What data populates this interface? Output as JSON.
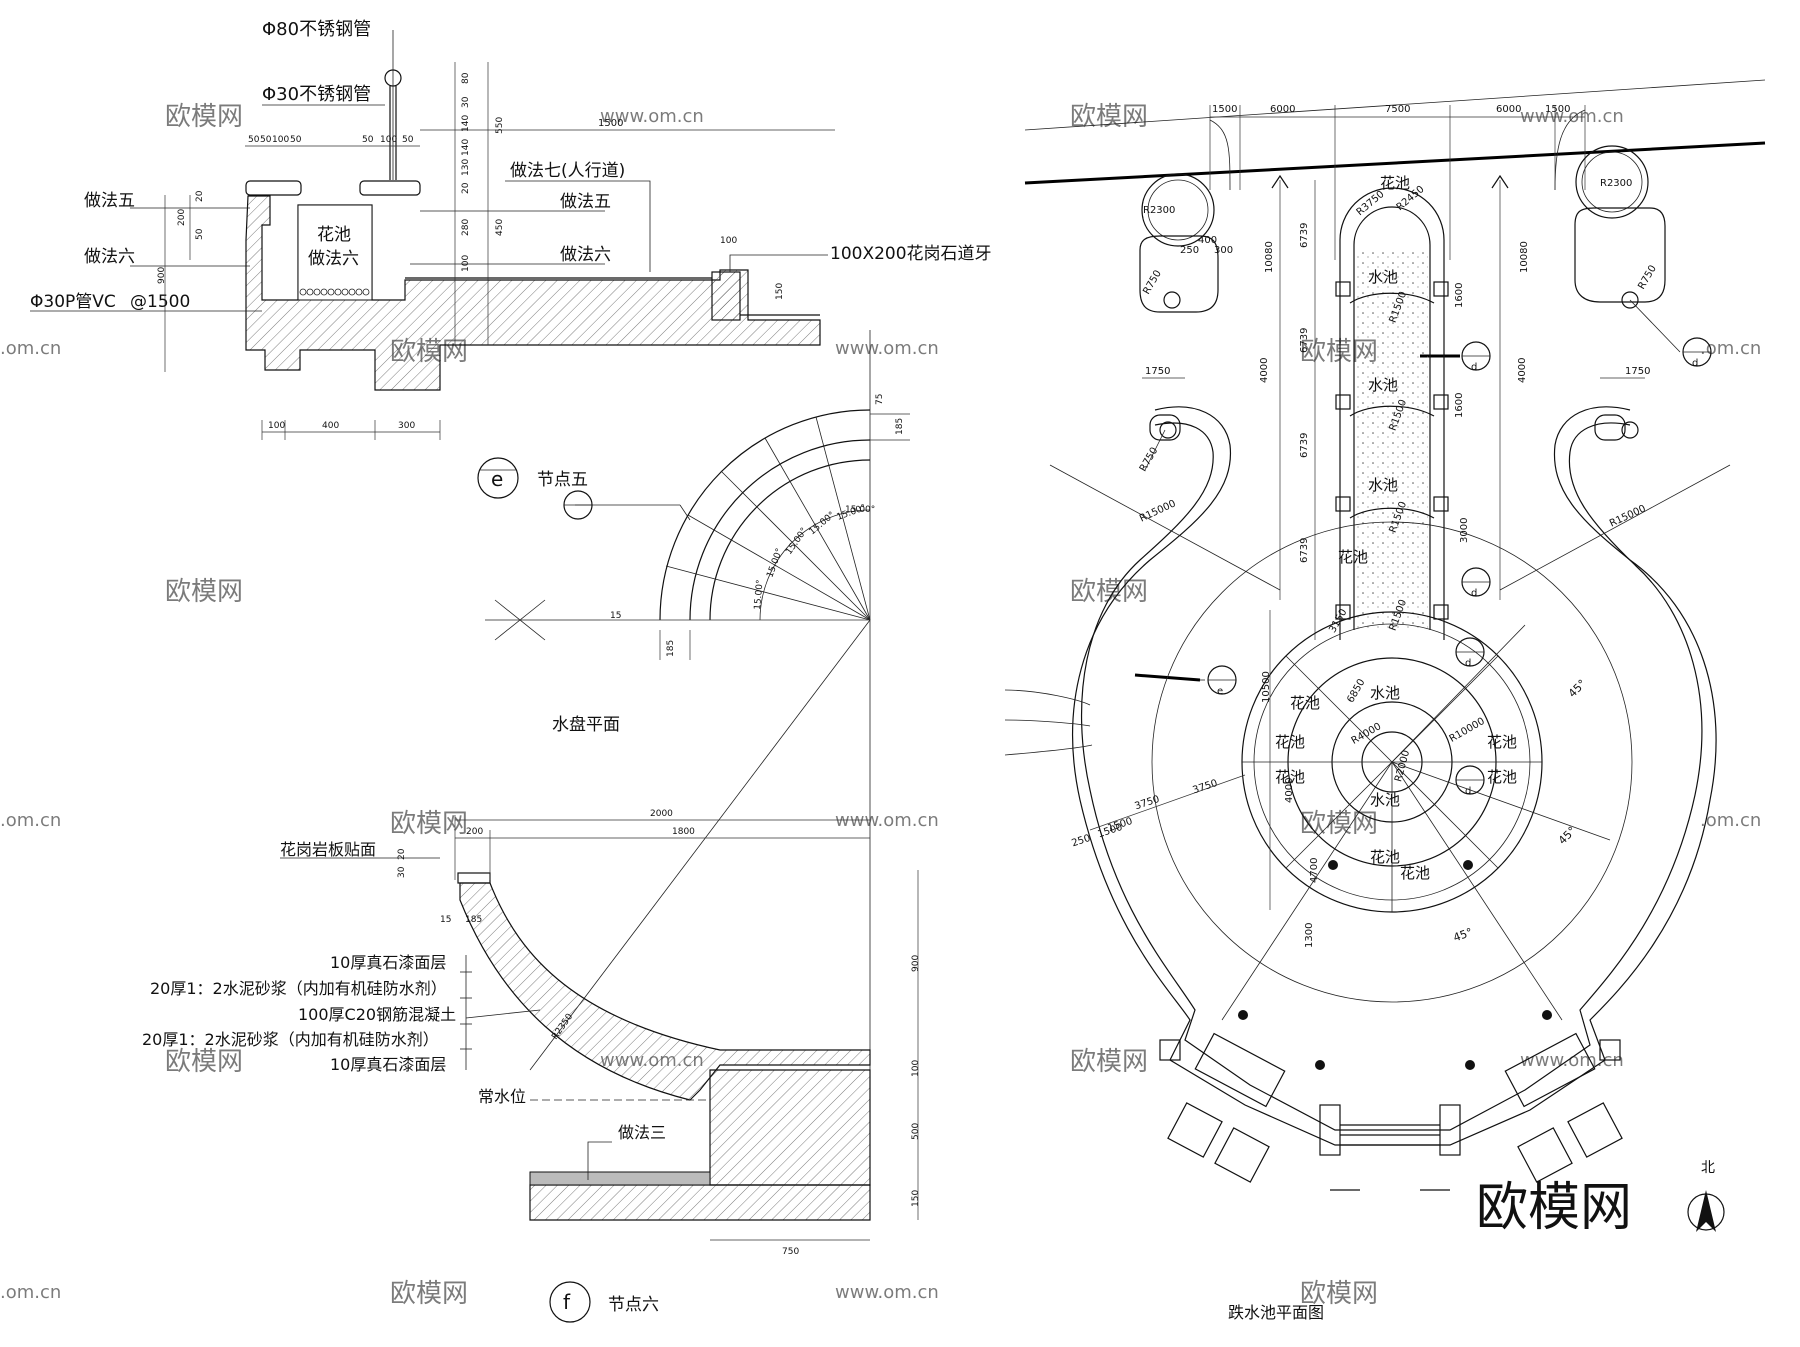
{
  "left_section_top": {
    "callouts": {
      "pipe80": "Φ80不锈钢管",
      "pipe30": "Φ30不锈钢管",
      "method5_left": "做法五",
      "method6_left": "做法六",
      "pvc": "Φ30P管VC",
      "pvc_spacing": "@1500",
      "flower_bed": "花池",
      "method6_inner": "做法六",
      "method7": "做法七(人行道)",
      "method5_right": "做法五",
      "method6_right": "做法六",
      "curb": "100X200花岗石道牙"
    },
    "dims_top": [
      "50",
      "50",
      "100",
      "50",
      "50",
      "100",
      "50"
    ],
    "dims_right": [
      "80",
      "30",
      "140",
      "140",
      "130",
      "20",
      "280",
      "100",
      "550",
      "450"
    ],
    "dims_left": [
      "20",
      "200",
      "50",
      "900"
    ],
    "dims_bottom": [
      "100",
      "400",
      "300"
    ],
    "dim_width": "1500",
    "dim_curb": [
      "100",
      "150"
    ]
  },
  "node_e": {
    "circle_letter": "e",
    "title": "节点五"
  },
  "water_plate": {
    "title": "水盘平面",
    "angles": [
      "15.00°",
      "15.00°",
      "15.00°",
      "15.00°",
      "15.00°",
      "15.00°"
    ],
    "dims": [
      "75",
      "185",
      "185",
      "15"
    ]
  },
  "section_f": {
    "granite": "花岗岩板贴面",
    "layers": [
      "10厚真石漆面层",
      "20厚1：2水泥砂浆（内加有机硅防水剂）",
      "100厚C20钢筋混凝土",
      "20厚1：2水泥砂浆（内加有机硅防水剂）",
      "10厚真石漆面层"
    ],
    "normal_water": "常水位",
    "method3": "做法三",
    "radius": "R2350",
    "dims_top": [
      "2000",
      "200",
      "1800"
    ],
    "dims_left": [
      "30",
      "20",
      "15",
      "185"
    ],
    "dims_right": [
      "900",
      "100",
      "500",
      "150"
    ],
    "dim_bottom": "750",
    "circle_letter": "f",
    "title": "节点六"
  },
  "plan": {
    "title": "跌水池平面图",
    "dims_top": [
      "1500",
      "6000",
      "7500",
      "6000",
      "1500"
    ],
    "vert_dims_left": [
      "10080",
      "4000"
    ],
    "vert_dims_right": [
      "10080",
      "4000"
    ],
    "dim_1750_left": "1750",
    "dim_1750_right": "1750",
    "radii": [
      "R2300",
      "R2300",
      "R750",
      "R750",
      "R750",
      "R15000",
      "R15000",
      "R3750",
      "R2450",
      "R1500",
      "R1500",
      "R1500",
      "R1500",
      "R10000",
      "R4000",
      "R2000"
    ],
    "small_dims": [
      "250",
      "400",
      "300",
      "1600",
      "1600",
      "3000"
    ],
    "channel_dims": [
      "6739",
      "6739",
      "6739",
      "6739"
    ],
    "inner_dims": [
      "3150",
      "6850",
      "10500",
      "4000",
      "4700",
      "1300"
    ],
    "bottom_left_dims": [
      "3750",
      "3750",
      "1500",
      "250",
      "1500"
    ],
    "angles": [
      "45°",
      "45°",
      "45°"
    ],
    "labels": {
      "flower_top": "花池",
      "water1": "水池",
      "water2": "水池",
      "water3": "水池",
      "flower_mid": "花池",
      "flower_left": "花池",
      "water_center": "水池",
      "flower_l1": "花池",
      "flower_l2": "花池",
      "flower_r1": "花池",
      "flower_r2": "花池",
      "water_low": "水池",
      "flower_low": "花池",
      "flower_bottom": "花池"
    },
    "north": "北",
    "detail_marks": [
      "d",
      "d",
      "d",
      "d",
      "d",
      "e",
      "f"
    ]
  },
  "watermark": {
    "text": "欧模网",
    "url": "www.om.cn",
    "short": ".om.cn",
    "logo": "欧模网"
  }
}
